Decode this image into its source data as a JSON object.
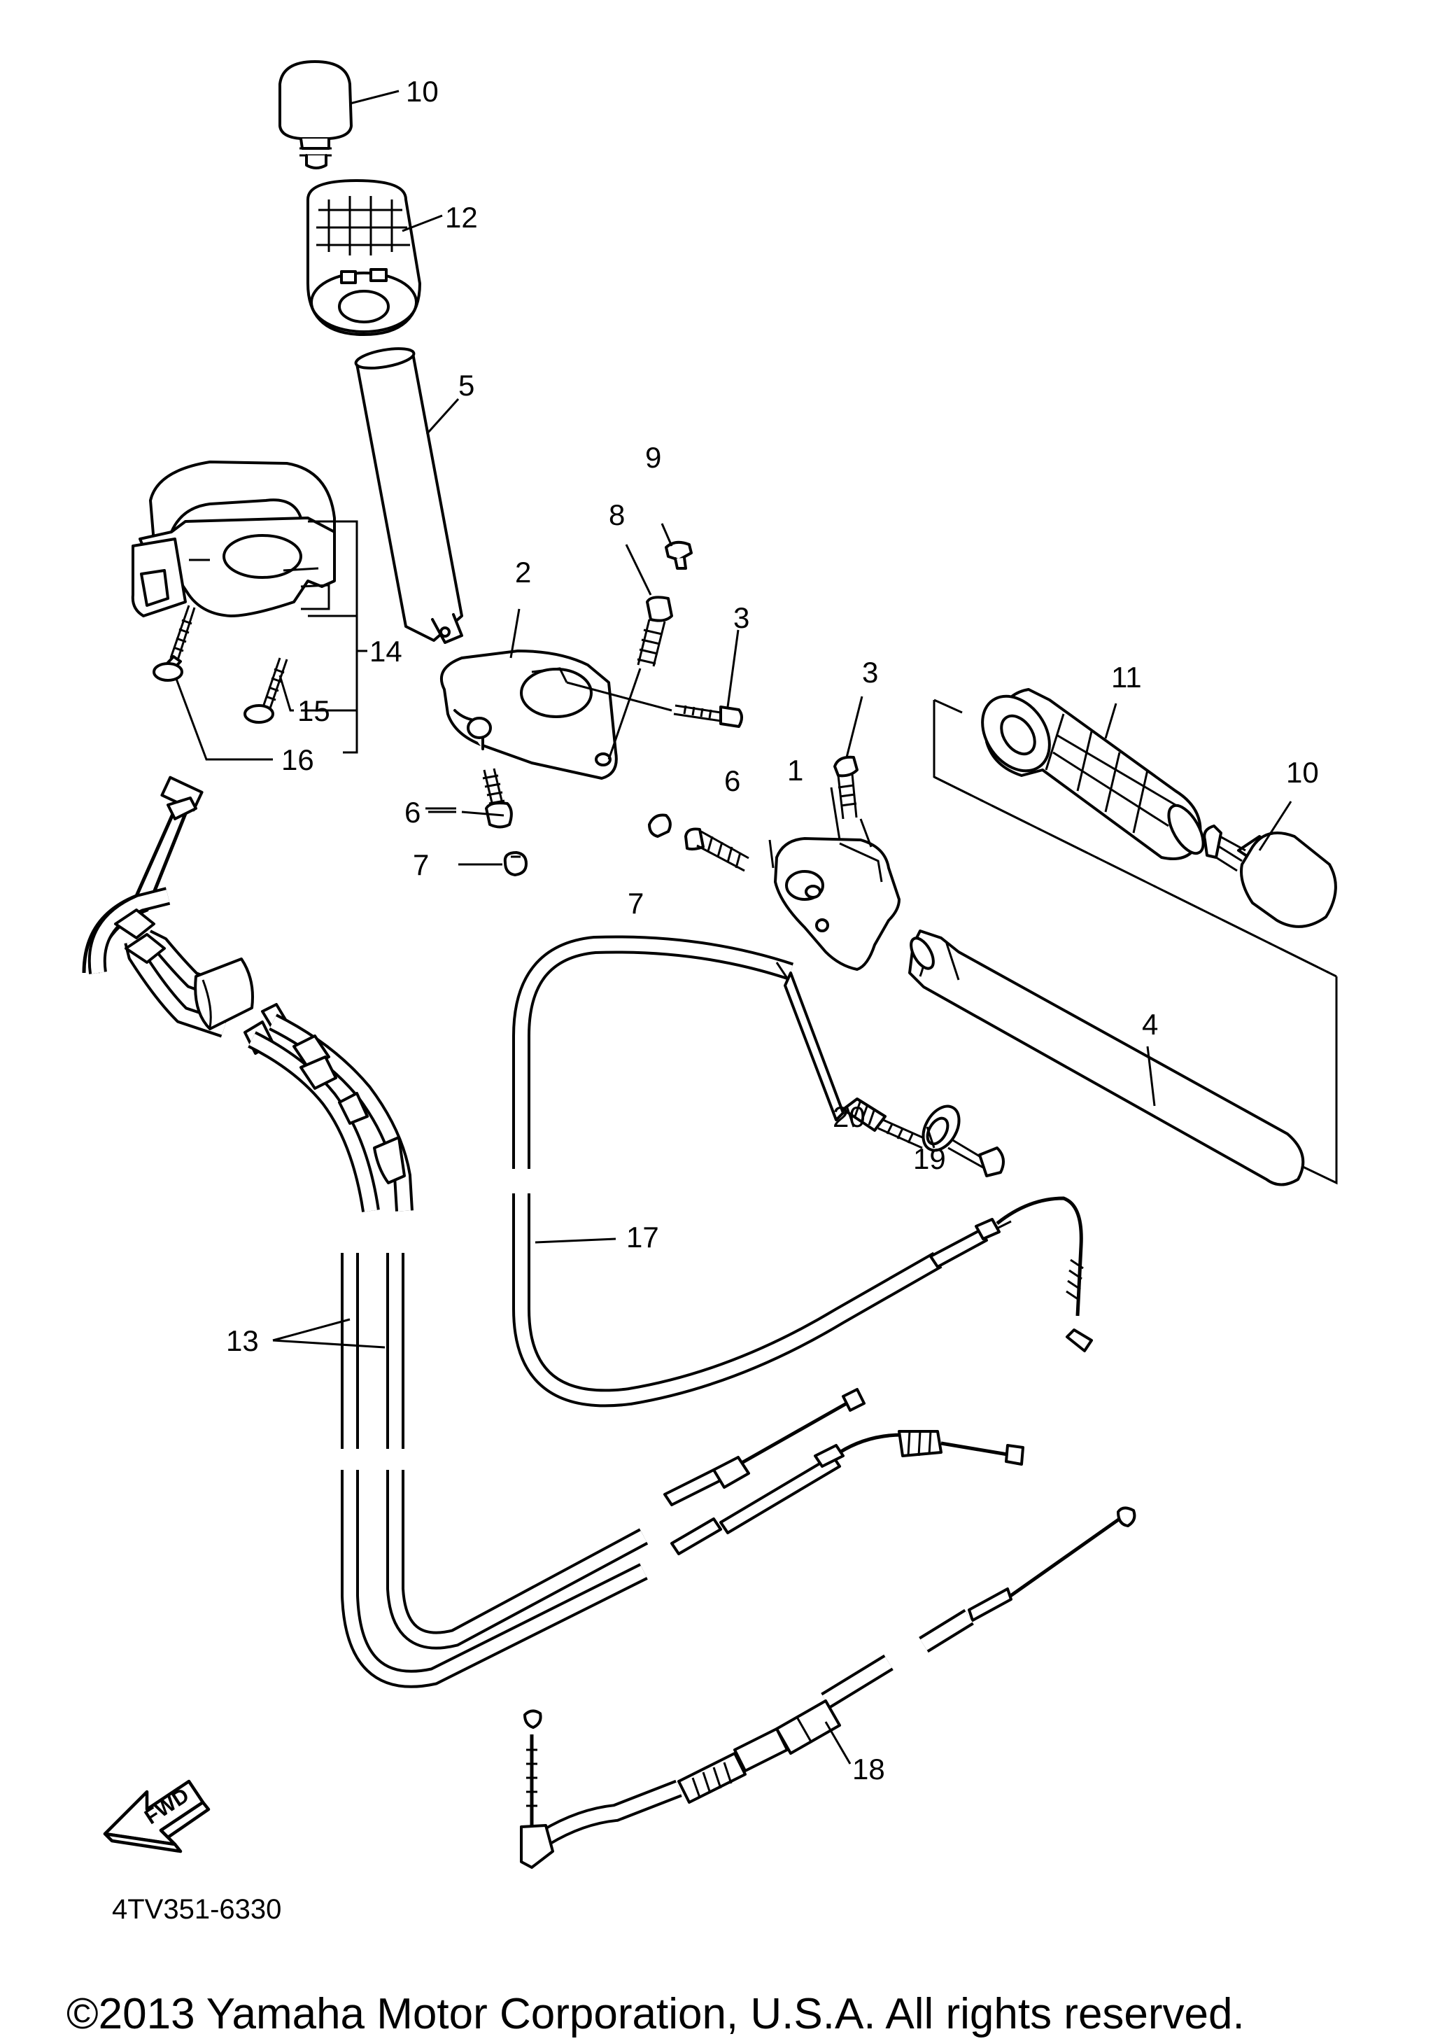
{
  "diagram": {
    "callouts": [
      {
        "id": "10a",
        "text": "10"
      },
      {
        "id": "12",
        "text": "12"
      },
      {
        "id": "5",
        "text": "5"
      },
      {
        "id": "9",
        "text": "9"
      },
      {
        "id": "8",
        "text": "8"
      },
      {
        "id": "2",
        "text": "2"
      },
      {
        "id": "3a",
        "text": "3"
      },
      {
        "id": "3b",
        "text": "3"
      },
      {
        "id": "11",
        "text": "11"
      },
      {
        "id": "10b",
        "text": "10"
      },
      {
        "id": "14",
        "text": "14"
      },
      {
        "id": "15",
        "text": "15"
      },
      {
        "id": "16",
        "text": "16"
      },
      {
        "id": "6a",
        "text": "6"
      },
      {
        "id": "6b",
        "text": "6"
      },
      {
        "id": "1",
        "text": "1"
      },
      {
        "id": "7a",
        "text": "7"
      },
      {
        "id": "7b",
        "text": "7"
      },
      {
        "id": "4",
        "text": "4"
      },
      {
        "id": "20",
        "text": "20"
      },
      {
        "id": "19",
        "text": "19"
      },
      {
        "id": "17",
        "text": "17"
      },
      {
        "id": "13",
        "text": "13"
      },
      {
        "id": "18",
        "text": "18"
      }
    ],
    "direction_badge": "FWD",
    "diagram_code": "4TV351-6330",
    "copyright": "©2013 Yamaha Motor Corporation, U.S.A. All rights reserved."
  }
}
